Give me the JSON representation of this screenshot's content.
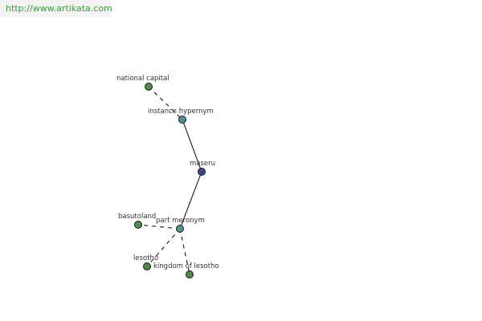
{
  "watermark": {
    "text": "http://www.artikata.com"
  },
  "colors": {
    "leaf": "#4e8a4e",
    "relation": "#4c9494",
    "center": "#3c4a8c",
    "edge": "#000000"
  },
  "graph": {
    "nodes": [
      {
        "id": "national-capital",
        "label": "national capital",
        "kind": "leaf"
      },
      {
        "id": "instance-hypernym",
        "label": "instance hypernym",
        "kind": "relation"
      },
      {
        "id": "maseru",
        "label": "maseru",
        "kind": "center"
      },
      {
        "id": "part-meronym",
        "label": "part meronym",
        "kind": "relation"
      },
      {
        "id": "basutoland",
        "label": "basutoland",
        "kind": "leaf"
      },
      {
        "id": "lesotho",
        "label": "lesotho",
        "kind": "leaf"
      },
      {
        "id": "kingdom-of-lesotho",
        "label": "kingdom of lesotho",
        "kind": "leaf"
      }
    ],
    "edges": [
      {
        "from": "national-capital",
        "to": "instance-hypernym",
        "style": "dashed"
      },
      {
        "from": "instance-hypernym",
        "to": "maseru",
        "style": "solid"
      },
      {
        "from": "maseru",
        "to": "part-meronym",
        "style": "solid"
      },
      {
        "from": "part-meronym",
        "to": "basutoland",
        "style": "dashed"
      },
      {
        "from": "part-meronym",
        "to": "lesotho",
        "style": "dashed"
      },
      {
        "from": "part-meronym",
        "to": "kingdom-of-lesotho",
        "style": "dashed"
      }
    ]
  }
}
